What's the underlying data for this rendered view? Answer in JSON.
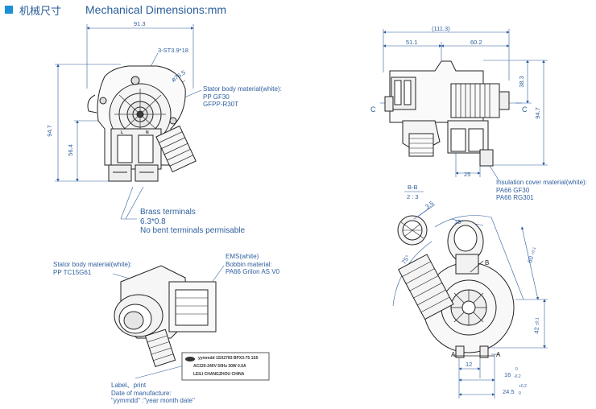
{
  "header": {
    "title_cn": "机械尺寸",
    "title_en": "Mechanical Dimensions:mm",
    "accent_color": "#1c8fd6"
  },
  "front_view": {
    "width_dim": "91.3",
    "screw_spec": "3-ST3.9*18",
    "dia_dim": "ø76.5",
    "height_dim": "94.7",
    "lower_dim": "56.4",
    "stator_note": [
      "Stator body material(white):",
      "PP GF30",
      "GFPP-R30T"
    ],
    "terminal_note": [
      "Brass terminals",
      "6.3*0.8",
      "No bent terminals permisable"
    ],
    "terminal_marks": [
      "L",
      "N"
    ]
  },
  "side_view": {
    "overall_dim": "(111.3)",
    "left_dim": "51.1",
    "right_dim": "60.2",
    "upper_dim": "38.3",
    "height_dim": "94.7",
    "bottom_dim": "25",
    "section_left": "C",
    "section_right": "C",
    "insulation_note": [
      "Insulation cover material(white):",
      "PA66 GF30",
      "PA66 RG301"
    ]
  },
  "detail_bb": {
    "label": "B-B",
    "scale": "2 : 3",
    "dim": "3.5"
  },
  "iso_view": {
    "stator_note": [
      "Stator body material(white):",
      "PP TC15G61"
    ],
    "ems_note": [
      "EMS(white)",
      "Bobbin material:",
      "PA66 Grilon AS V0"
    ],
    "label_note": [
      "Label、print",
      "Date of manufacture:",
      "\"yymmdd\" :\"year month date\""
    ],
    "plate_lines": [
      "yymmdd 1SX2783  BPX3-75 1S5",
      "AC220-240V 50Hz 30W 0.5A",
      "LEILI CHANGZHOU CHINA"
    ]
  },
  "top_view": {
    "angle_15": "15°",
    "angle_75": "75°",
    "dim_60": "60",
    "dim_60_tol": "+0.1",
    "dim_42": "42",
    "dim_42_tol": "±0.1",
    "dim_12": "12",
    "dim_16": "16",
    "dim_16_tol": "0",
    "dim_16_tol2": "-0.2",
    "dim_24": "24.5",
    "dim_24_tol": "+0.2",
    "dim_24_tol2": "0",
    "section_a_left": "A",
    "section_a_right": "A",
    "section_b": "B"
  }
}
